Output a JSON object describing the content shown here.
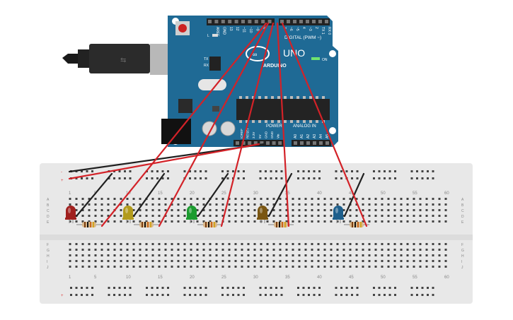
{
  "arduino": {
    "brand": "ARDUINO",
    "model": "UNO",
    "on_label": "ON",
    "l_label": "L",
    "tx_label": "TX",
    "rx_label": "RX",
    "digital_label": "DIGITAL (PWM ~)",
    "analog_label": "ANALOG IN",
    "power_label": "POWER",
    "top_pin_labels": [
      "AREF",
      "GND",
      "13",
      "12",
      "~11",
      "~10",
      "~9",
      "8",
      "7",
      "~6",
      "~5",
      "4",
      "~3",
      "2",
      "TX 1",
      "RX 0"
    ],
    "power_pin_labels": [
      "IOREF",
      "RESET",
      "3.3V",
      "5V",
      "GND",
      "GND",
      "Vin"
    ],
    "analog_pin_labels": [
      "A0",
      "A1",
      "A2",
      "A3",
      "A4",
      "A5"
    ]
  },
  "breadboard": {
    "column_numbers": [
      "1",
      "5",
      "10",
      "15",
      "20",
      "25",
      "30",
      "35",
      "40",
      "45",
      "50",
      "55",
      "60"
    ],
    "top_row_letters": [
      "A",
      "B",
      "C",
      "D",
      "E"
    ],
    "bottom_row_letters": [
      "F",
      "G",
      "H",
      "I",
      "J"
    ],
    "rail_plus": "+",
    "rail_minus": "-"
  },
  "components": {
    "leds": [
      {
        "color": "#a0201e"
      },
      {
        "color": "#b29b1c"
      },
      {
        "color": "#1b9b2f"
      },
      {
        "color": "#7a5612"
      },
      {
        "color": "#1e5f8c"
      }
    ]
  },
  "wires": {
    "signal_color": "#d32228",
    "ground_color": "#202020"
  }
}
